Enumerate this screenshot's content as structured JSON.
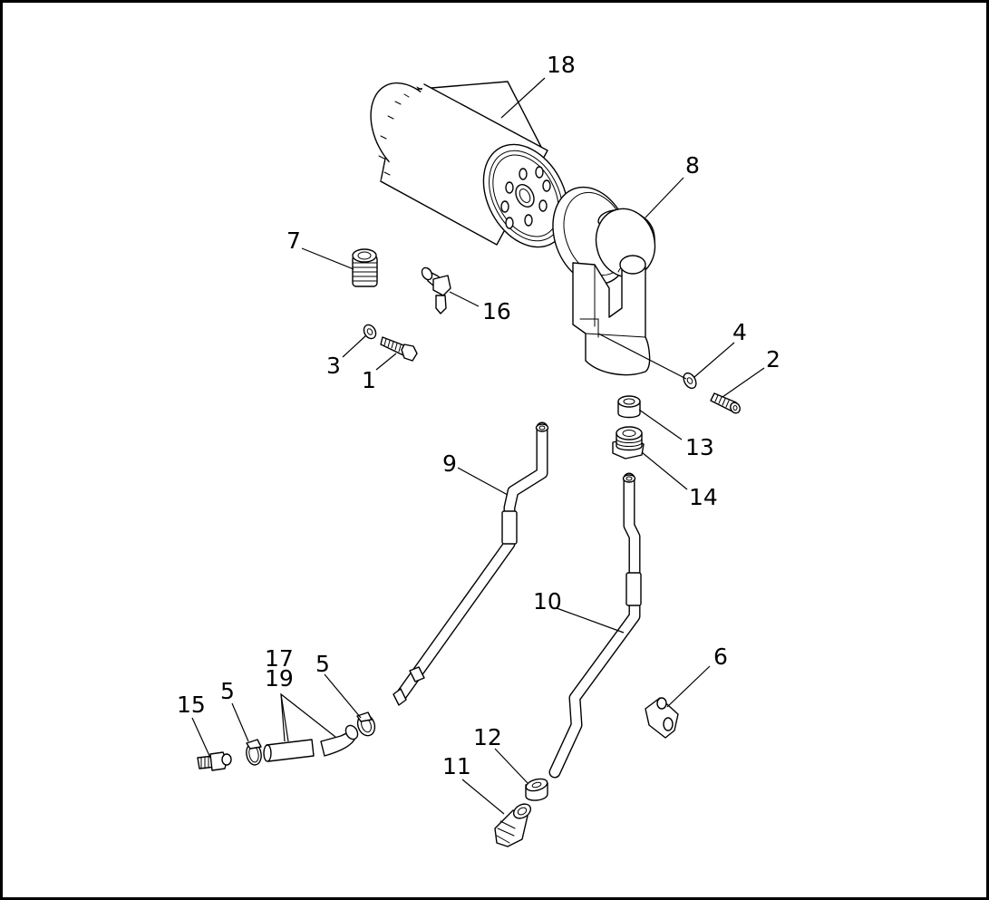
{
  "diagram": {
    "border_color": "#000000",
    "background": "#ffffff",
    "callouts": [
      {
        "id": "c18",
        "text": "18"
      },
      {
        "id": "c8",
        "text": "8"
      },
      {
        "id": "c7",
        "text": "7"
      },
      {
        "id": "c16",
        "text": "16"
      },
      {
        "id": "c4",
        "text": "4"
      },
      {
        "id": "c2",
        "text": "2"
      },
      {
        "id": "c3",
        "text": "3"
      },
      {
        "id": "c1",
        "text": "1"
      },
      {
        "id": "c13",
        "text": "13"
      },
      {
        "id": "c9",
        "text": "9"
      },
      {
        "id": "c14",
        "text": "14"
      },
      {
        "id": "c10",
        "text": "10"
      },
      {
        "id": "c6",
        "text": "6"
      },
      {
        "id": "c17",
        "text": "17"
      },
      {
        "id": "c19",
        "text": "19"
      },
      {
        "id": "c5a",
        "text": "5"
      },
      {
        "id": "c5b",
        "text": "5"
      },
      {
        "id": "c15",
        "text": "15"
      },
      {
        "id": "c12",
        "text": "12"
      },
      {
        "id": "c11",
        "text": "11"
      }
    ]
  }
}
